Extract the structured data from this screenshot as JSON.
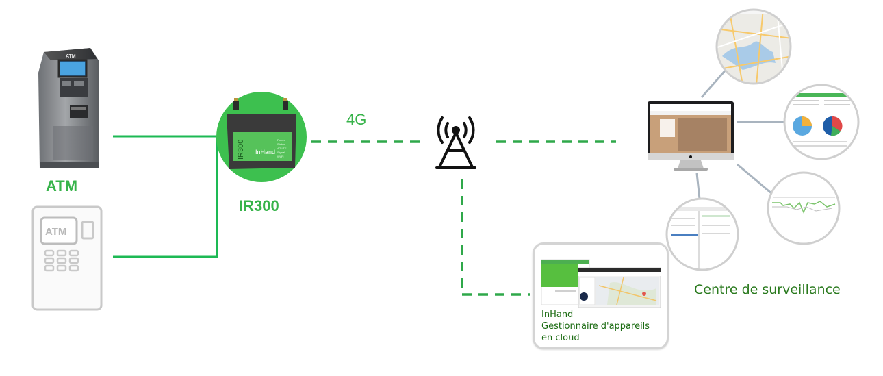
{
  "atm": {
    "label": "ATM",
    "screen_text": "ATM",
    "outline_text": "ATM"
  },
  "router": {
    "label": "IR300",
    "model_print": "IR300",
    "brand_print": "InHand",
    "leds": [
      "Power",
      "Status",
      "4G LTE",
      "Signal",
      "Wi-Fi"
    ]
  },
  "link": {
    "label": "4G"
  },
  "cloud": {
    "line1": "InHand",
    "line2": "Gestionnaire d'appareils",
    "line3": "en cloud"
  },
  "center": {
    "label": "Centre de surveillance"
  },
  "colors": {
    "accent_green": "#37b34a",
    "dark_green": "#2a7a1e",
    "dash_green": "#2fa84a",
    "router_green": "#3dc04f"
  }
}
